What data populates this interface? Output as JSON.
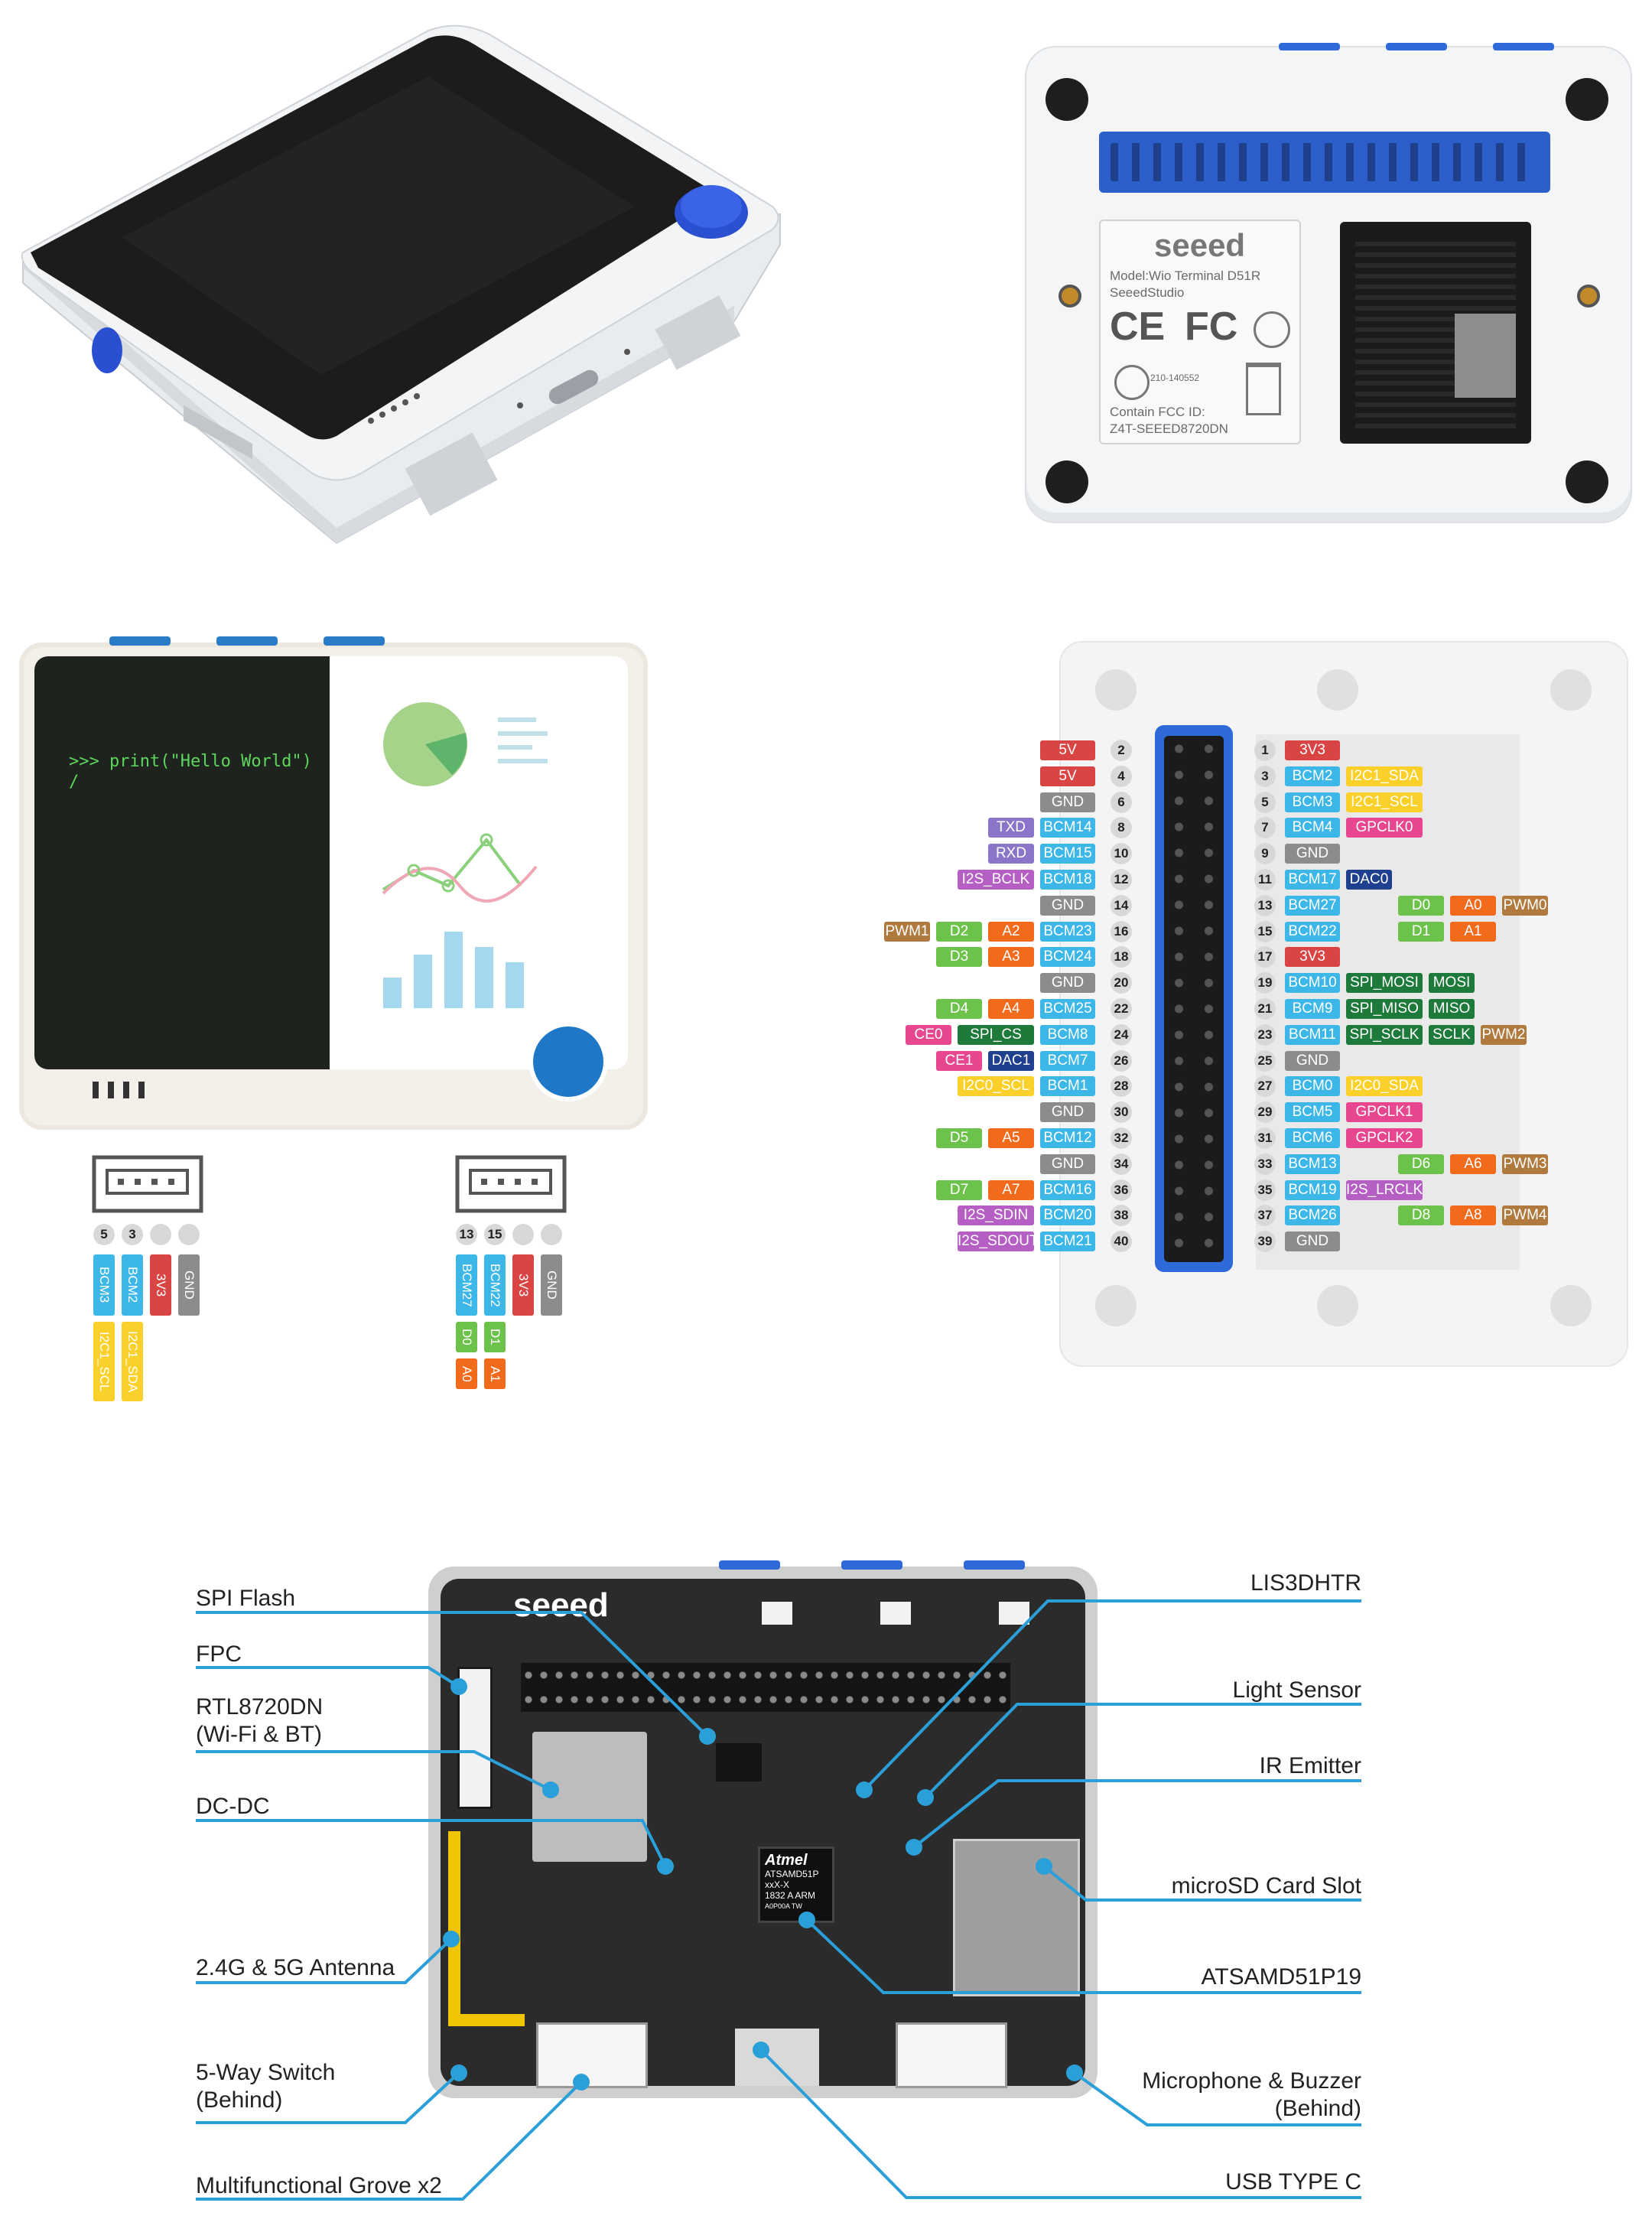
{
  "case_back": {
    "brand": "seeed",
    "model_line1": "Model:Wio Terminal D51R",
    "model_line2": "SeeedStudio",
    "cert_code": "210-140552",
    "fcc_line1": "Contain FCC ID:",
    "fcc_line2": "Z4T-SEEED8720DN"
  },
  "front_screen": {
    "code_line1": ">>> print(\"Hello World\")",
    "code_line2": "/"
  },
  "grove_left": {
    "pins": [
      "5",
      "3",
      "",
      ""
    ],
    "labels_row1": [
      "BCM3",
      "BCM2",
      "3V3",
      "GND"
    ],
    "labels_row2": [
      "I2C1_SCL",
      "I2C1_SDA"
    ]
  },
  "grove_right": {
    "pins": [
      "13",
      "15",
      "",
      ""
    ],
    "labels_row1": [
      "BCM27",
      "BCM22",
      "3V3",
      "GND"
    ],
    "labels_row2": [
      "D0",
      "D1"
    ],
    "labels_row3": [
      "A0",
      "A1"
    ]
  },
  "colors": {
    "red": "#d94545",
    "blue": "#3cb7e8",
    "gray": "#8c8c8c",
    "yellow": "#fbd02a",
    "pink": "#e8478f",
    "dkgreen": "#1e7a3a",
    "green": "#6cc24a",
    "orange": "#f26a1b",
    "navy": "#1f3f8f",
    "purple": "#8a75c9",
    "magenta": "#b55fc4",
    "brown": "#b07a3f",
    "accent": "#2a9fd8"
  },
  "pinout_left": [
    {
      "num": "2",
      "labels": [
        [
          "5V",
          "red"
        ]
      ]
    },
    {
      "num": "4",
      "labels": [
        [
          "5V",
          "red"
        ]
      ]
    },
    {
      "num": "6",
      "labels": [
        [
          "GND",
          "gray"
        ]
      ]
    },
    {
      "num": "8",
      "labels": [
        [
          "BCM14",
          "blue"
        ],
        [
          "TXD",
          "purple"
        ]
      ]
    },
    {
      "num": "10",
      "labels": [
        [
          "BCM15",
          "blue"
        ],
        [
          "RXD",
          "purple"
        ]
      ]
    },
    {
      "num": "12",
      "labels": [
        [
          "BCM18",
          "blue"
        ],
        [
          "I2S_BCLK",
          "magenta"
        ]
      ]
    },
    {
      "num": "14",
      "labels": [
        [
          "GND",
          "gray"
        ]
      ]
    },
    {
      "num": "16",
      "labels": [
        [
          "BCM23",
          "blue"
        ],
        [
          "A2",
          "orange"
        ],
        [
          "D2",
          "green"
        ],
        [
          "PWM1",
          "brown"
        ]
      ]
    },
    {
      "num": "18",
      "labels": [
        [
          "BCM24",
          "blue"
        ],
        [
          "A3",
          "orange"
        ],
        [
          "D3",
          "green"
        ]
      ]
    },
    {
      "num": "20",
      "labels": [
        [
          "GND",
          "gray"
        ]
      ]
    },
    {
      "num": "22",
      "labels": [
        [
          "BCM25",
          "blue"
        ],
        [
          "A4",
          "orange"
        ],
        [
          "D4",
          "green"
        ]
      ]
    },
    {
      "num": "24",
      "labels": [
        [
          "BCM8",
          "blue"
        ],
        [
          "SPI_CS",
          "dkgreen"
        ],
        [
          "CE0",
          "pink"
        ]
      ]
    },
    {
      "num": "26",
      "labels": [
        [
          "BCM7",
          "blue"
        ],
        [
          "DAC1",
          "navy"
        ],
        [
          "CE1",
          "pink"
        ]
      ]
    },
    {
      "num": "28",
      "labels": [
        [
          "BCM1",
          "blue"
        ],
        [
          "I2C0_SCL",
          "yellow"
        ]
      ]
    },
    {
      "num": "30",
      "labels": [
        [
          "GND",
          "gray"
        ]
      ]
    },
    {
      "num": "32",
      "labels": [
        [
          "BCM12",
          "blue"
        ],
        [
          "A5",
          "orange"
        ],
        [
          "D5",
          "green"
        ]
      ]
    },
    {
      "num": "34",
      "labels": [
        [
          "GND",
          "gray"
        ]
      ]
    },
    {
      "num": "36",
      "labels": [
        [
          "BCM16",
          "blue"
        ],
        [
          "A7",
          "orange"
        ],
        [
          "D7",
          "green"
        ]
      ]
    },
    {
      "num": "38",
      "labels": [
        [
          "BCM20",
          "blue"
        ],
        [
          "I2S_SDIN",
          "magenta"
        ]
      ]
    },
    {
      "num": "40",
      "labels": [
        [
          "BCM21",
          "blue"
        ],
        [
          "I2S_SDOUT",
          "magenta"
        ]
      ]
    }
  ],
  "pinout_right": [
    {
      "num": "1",
      "labels": [
        [
          "3V3",
          "red"
        ]
      ]
    },
    {
      "num": "3",
      "labels": [
        [
          "BCM2",
          "blue"
        ],
        [
          "I2C1_SDA",
          "yellow"
        ]
      ]
    },
    {
      "num": "5",
      "labels": [
        [
          "BCM3",
          "blue"
        ],
        [
          "I2C1_SCL",
          "yellow"
        ]
      ]
    },
    {
      "num": "7",
      "labels": [
        [
          "BCM4",
          "blue"
        ],
        [
          "GPCLK0",
          "pink"
        ]
      ]
    },
    {
      "num": "9",
      "labels": [
        [
          "GND",
          "gray"
        ]
      ]
    },
    {
      "num": "11",
      "labels": [
        [
          "BCM17",
          "blue"
        ],
        [
          "DAC0",
          "navy"
        ]
      ]
    },
    {
      "num": "13",
      "labels": [
        [
          "BCM27",
          "blue"
        ],
        [
          "",
          ""
        ],
        [
          "D0",
          "green"
        ],
        [
          "A0",
          "orange"
        ],
        [
          "PWM0",
          "brown"
        ]
      ]
    },
    {
      "num": "15",
      "labels": [
        [
          "BCM22",
          "blue"
        ],
        [
          "",
          ""
        ],
        [
          "D1",
          "green"
        ],
        [
          "A1",
          "orange"
        ]
      ]
    },
    {
      "num": "17",
      "labels": [
        [
          "3V3",
          "red"
        ]
      ]
    },
    {
      "num": "19",
      "labels": [
        [
          "BCM10",
          "blue"
        ],
        [
          "SPI_MOSI",
          "dkgreen"
        ],
        [
          "MOSI",
          "dkgreen"
        ]
      ]
    },
    {
      "num": "21",
      "labels": [
        [
          "BCM9",
          "blue"
        ],
        [
          "SPI_MISO",
          "dkgreen"
        ],
        [
          "MISO",
          "dkgreen"
        ]
      ]
    },
    {
      "num": "23",
      "labels": [
        [
          "BCM11",
          "blue"
        ],
        [
          "SPI_SCLK",
          "dkgreen"
        ],
        [
          "SCLK",
          "dkgreen"
        ],
        [
          "PWM2",
          "brown"
        ]
      ]
    },
    {
      "num": "25",
      "labels": [
        [
          "GND",
          "gray"
        ]
      ]
    },
    {
      "num": "27",
      "labels": [
        [
          "BCM0",
          "blue"
        ],
        [
          "I2C0_SDA",
          "yellow"
        ]
      ]
    },
    {
      "num": "29",
      "labels": [
        [
          "BCM5",
          "blue"
        ],
        [
          "GPCLK1",
          "pink"
        ]
      ]
    },
    {
      "num": "31",
      "labels": [
        [
          "BCM6",
          "blue"
        ],
        [
          "GPCLK2",
          "pink"
        ]
      ]
    },
    {
      "num": "33",
      "labels": [
        [
          "BCM13",
          "blue"
        ],
        [
          "",
          ""
        ],
        [
          "D6",
          "green"
        ],
        [
          "A6",
          "orange"
        ],
        [
          "PWM3",
          "brown"
        ]
      ]
    },
    {
      "num": "35",
      "labels": [
        [
          "BCM19",
          "blue"
        ],
        [
          "I2S_LRCLK",
          "magenta"
        ]
      ]
    },
    {
      "num": "37",
      "labels": [
        [
          "BCM26",
          "blue"
        ],
        [
          "",
          ""
        ],
        [
          "D8",
          "green"
        ],
        [
          "A8",
          "orange"
        ],
        [
          "PWM4",
          "brown"
        ]
      ]
    },
    {
      "num": "39",
      "labels": [
        [
          "GND",
          "gray"
        ]
      ]
    }
  ],
  "board": {
    "brand": "seeed",
    "chip_brand": "Atmel",
    "chip_model": "ATSAMD51P",
    "chip_line3": "xxX-X",
    "chip_line4": "1832 A ARM",
    "chip_line5": "A0P00A TW"
  },
  "callouts_left": [
    "SPI Flash",
    "FPC",
    "RTL8720DN\n(Wi-Fi & BT)",
    "DC-DC",
    "2.4G & 5G Antenna",
    "5-Way Switch\n(Behind)",
    "Multifunctional Grove x2"
  ],
  "callouts_right": [
    "LIS3DHTR",
    "Light Sensor",
    "IR Emitter",
    "microSD Card Slot",
    "ATSAMD51P19",
    "Microphone & Buzzer\n(Behind)",
    "USB TYPE C"
  ]
}
